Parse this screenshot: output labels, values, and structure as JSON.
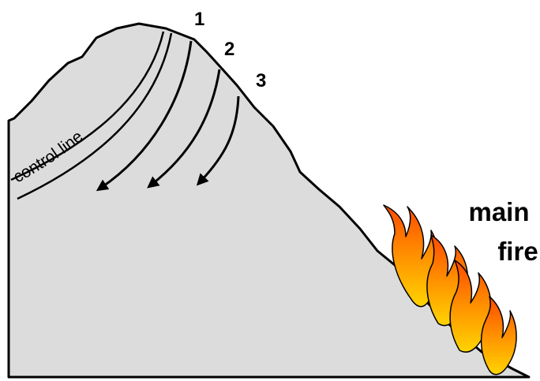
{
  "diagram": {
    "control_line_label": "control line",
    "point_labels": [
      "1",
      "2",
      "3"
    ],
    "main_fire_label": [
      "main",
      "fire"
    ],
    "colors": {
      "mountain_fill": "#dcdcdc",
      "outline": "#000000",
      "flame_outer": "#ff6600",
      "flame_inner": "#ffd000"
    }
  }
}
